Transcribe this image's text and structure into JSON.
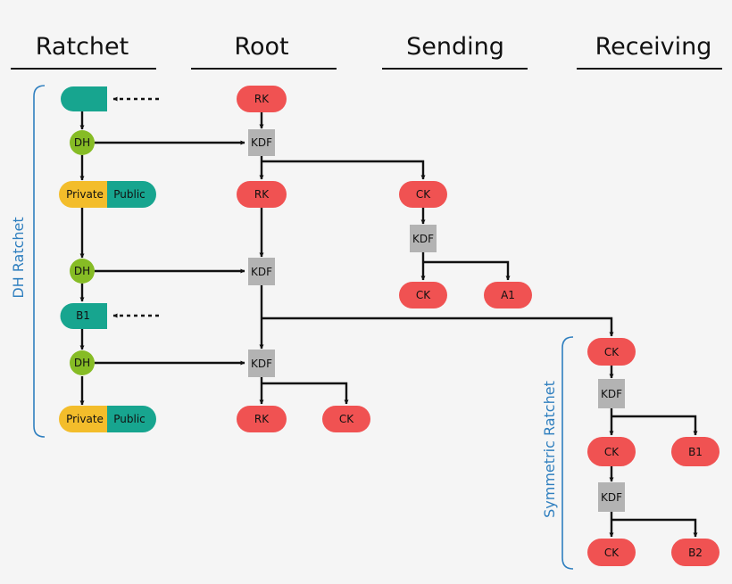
{
  "headers": {
    "ratchet": "Ratchet",
    "root": "Root",
    "sending": "Sending",
    "receiving": "Receiving"
  },
  "side_labels": {
    "dh_ratchet": "DH Ratchet",
    "symmetric_ratchet": "Symmetric Ratchet"
  },
  "nodes": {
    "ratchet_key_1": "",
    "dh_1": "DH",
    "private_1": "Private",
    "public_1": "Public",
    "dh_2": "DH",
    "ratchet_key_b1": "B1",
    "dh_3": "DH",
    "private_2": "Private",
    "public_2": "Public",
    "rk_0": "RK",
    "kdf_root_1": "KDF",
    "rk_1": "RK",
    "kdf_root_2": "KDF",
    "kdf_root_3": "KDF",
    "rk_2": "RK",
    "ck_root_out": "CK",
    "ck_send_1": "CK",
    "kdf_send": "KDF",
    "ck_send_2": "CK",
    "msg_a1": "A1",
    "ck_recv_1": "CK",
    "kdf_recv_1": "KDF",
    "ck_recv_2": "CK",
    "msg_b1": "B1",
    "kdf_recv_2": "KDF",
    "ck_recv_3": "CK",
    "msg_b2": "B2"
  },
  "colors": {
    "red": "#f05252",
    "green": "#86bc25",
    "yellow": "#f3bd2b",
    "teal": "#17a58f",
    "gray": "#b3b3b3",
    "blue": "#2f7fbf"
  }
}
